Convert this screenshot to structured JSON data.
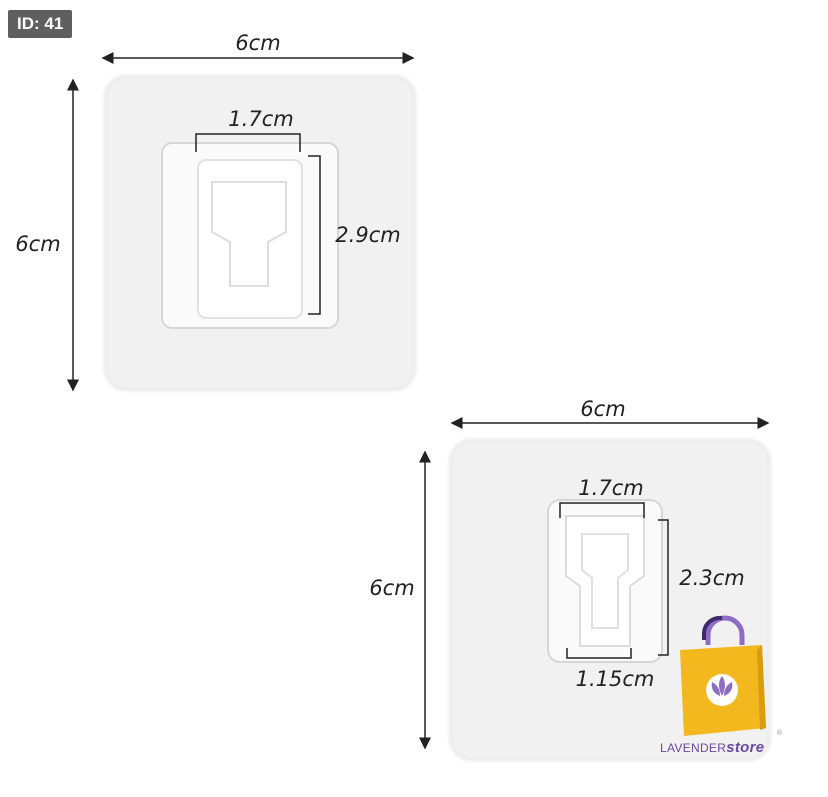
{
  "badge": {
    "id_label": "ID: 41"
  },
  "large_hook": {
    "width_label": "6cm",
    "height_label": "6cm",
    "slot_width_label": "1.7cm",
    "slot_height_label": "2.9cm"
  },
  "small_hook": {
    "width_label": "6cm",
    "height_label": "6cm",
    "slot_width_label": "1.7cm",
    "slot_height_label": "2.3cm",
    "bottom_width_label": "1.15cm"
  },
  "brand": {
    "name_part1": "LAVENDER",
    "name_part2": "store",
    "registered": "®",
    "bag_color": "#f2b81e",
    "accent_color": "#7b5bb0"
  }
}
